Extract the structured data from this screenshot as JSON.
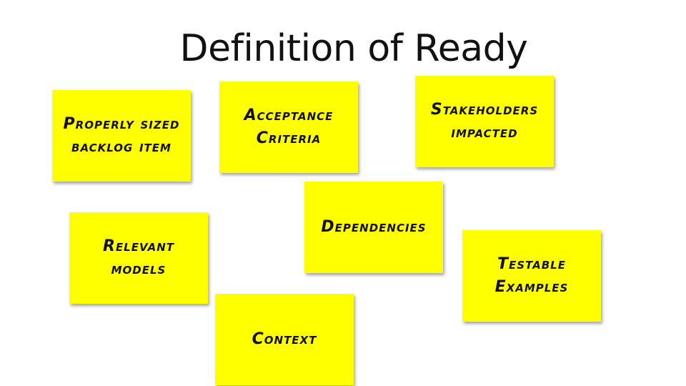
{
  "title": "Definition of Ready",
  "notes": [
    {
      "label": "Properly sized backlog item"
    },
    {
      "label": "Acceptance Criteria"
    },
    {
      "label": "Stakeholders impacted"
    },
    {
      "label": "Dependencies"
    },
    {
      "label": "Relevant models"
    },
    {
      "label": "Testable Examples"
    },
    {
      "label": "Context"
    }
  ],
  "colors": {
    "note": "#ffff00"
  }
}
